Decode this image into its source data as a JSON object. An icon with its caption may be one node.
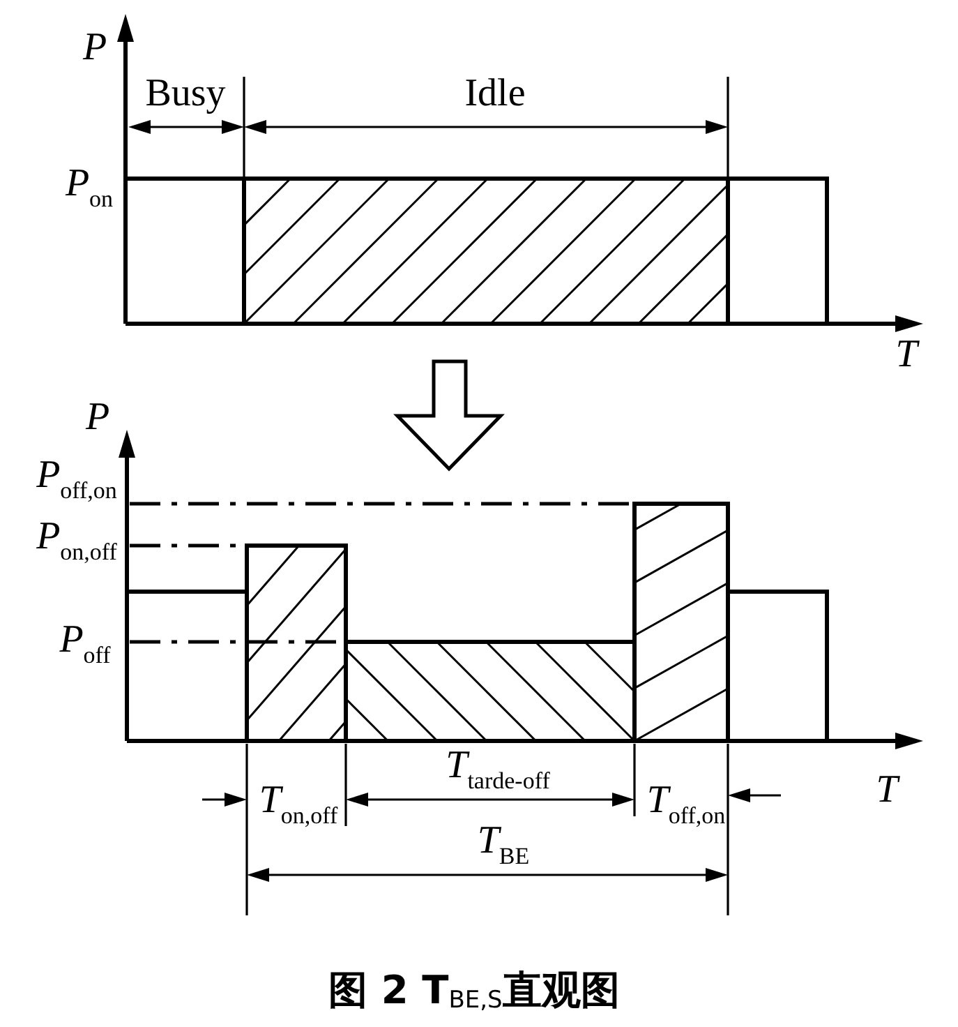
{
  "diagram": {
    "caption": "图 2 T$_{BE,S}$直观图",
    "labels": [
      "P",
      "Busy",
      "Idle",
      "*P*$_{on}$",
      "T",
      "P",
      "*P*$_{off,on}$",
      "*P*$_{on,off}$",
      "*P*$_{off}$",
      "*T*$_{on,off}$",
      "*T*$_{tarde-off}$",
      "*T*$_{off,on}$",
      "T",
      "*T*$_{BE}$"
    ]
  }
}
